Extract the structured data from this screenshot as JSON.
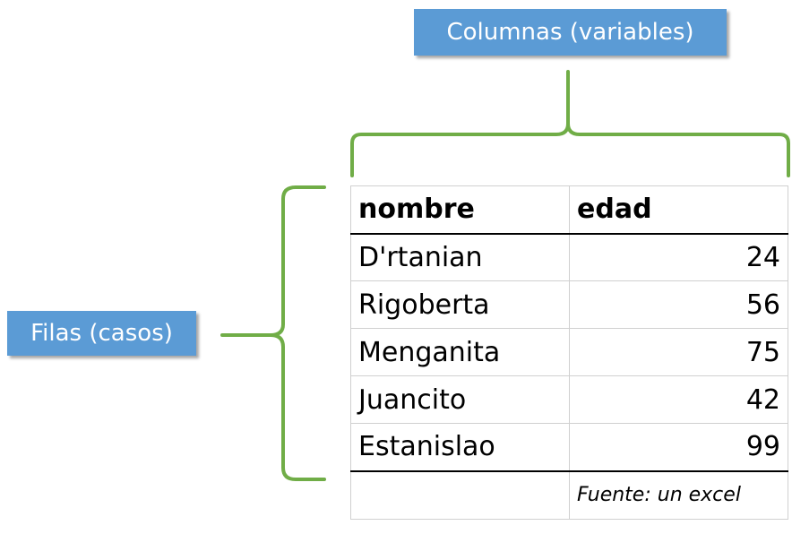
{
  "labels": {
    "columns": "Columnas (variables)",
    "rows": "Filas (casos)"
  },
  "table": {
    "headers": [
      "nombre",
      "edad"
    ],
    "rows": [
      {
        "nombre": "D'rtanian",
        "edad": "24"
      },
      {
        "nombre": "Rigoberta",
        "edad": "56"
      },
      {
        "nombre": "Menganita",
        "edad": "75"
      },
      {
        "nombre": "Juancito",
        "edad": "42"
      },
      {
        "nombre": "Estanislao",
        "edad": "99"
      }
    ],
    "note": "Fuente: un excel"
  },
  "colors": {
    "callout": "#5B9BD5",
    "brace": "#70AD47"
  }
}
